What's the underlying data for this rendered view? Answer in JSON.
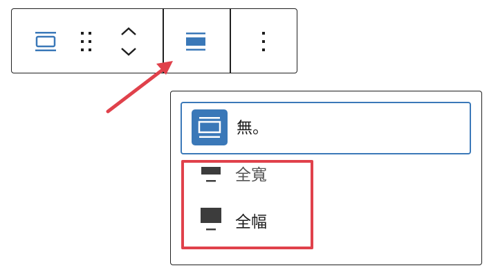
{
  "toolbar": {
    "buttons": [
      {
        "icon": "block-type-icon"
      },
      {
        "icon": "drag-handle-icon"
      },
      {
        "icon": "move-up-icon"
      },
      {
        "icon": "move-down-icon"
      },
      {
        "icon": "align-none-icon"
      },
      {
        "icon": "more-options-icon"
      }
    ],
    "active_color": "#3a78b8",
    "icon_color": "#1e1e1e"
  },
  "alignment_menu": {
    "items": [
      {
        "label": "無。",
        "icon": "align-none-icon",
        "selected": true
      },
      {
        "label": "全寬",
        "icon": "align-wide-icon",
        "selected": false
      },
      {
        "label": "全幅",
        "icon": "align-full-icon",
        "selected": false
      }
    ],
    "accent_color": "#3a78b8"
  },
  "annotations": {
    "arrow_color": "#e0414b",
    "highlight_color": "#e0414b"
  }
}
